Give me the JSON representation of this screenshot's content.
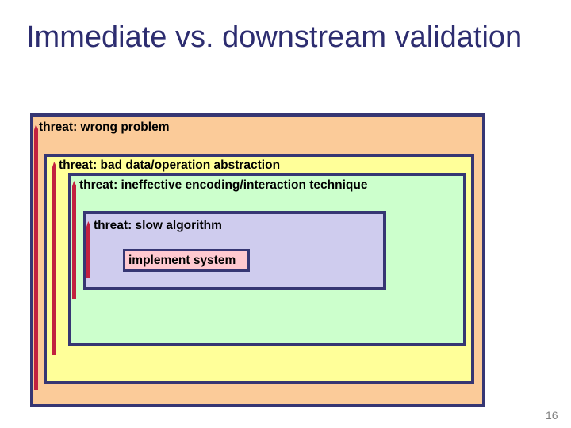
{
  "slide": {
    "title": "Immediate vs. downstream validation",
    "page_number": "16"
  },
  "diagram": {
    "type": "nested-model-validation",
    "levels": [
      {
        "id": "problem",
        "label": "threat: wrong problem"
      },
      {
        "id": "abstraction",
        "label": "threat: bad data/operation abstraction"
      },
      {
        "id": "encoding",
        "label": "threat: ineffective encoding/interaction technique"
      },
      {
        "id": "algorithm",
        "label": "threat: slow algorithm"
      }
    ],
    "implement_label": "implement system"
  },
  "colors": {
    "background": "#ffffff",
    "title_color": "#2d2d70",
    "border_color": "#363673",
    "bar_color": "#c2213f",
    "problem_fill": "#fbcb99",
    "abstraction_fill": "#ffff99",
    "encoding_fill": "#ccffcc",
    "algorithm_fill": "#cfccee",
    "implement_fill": "#ffc9d0",
    "page_number_color": "#7e7e7e"
  }
}
